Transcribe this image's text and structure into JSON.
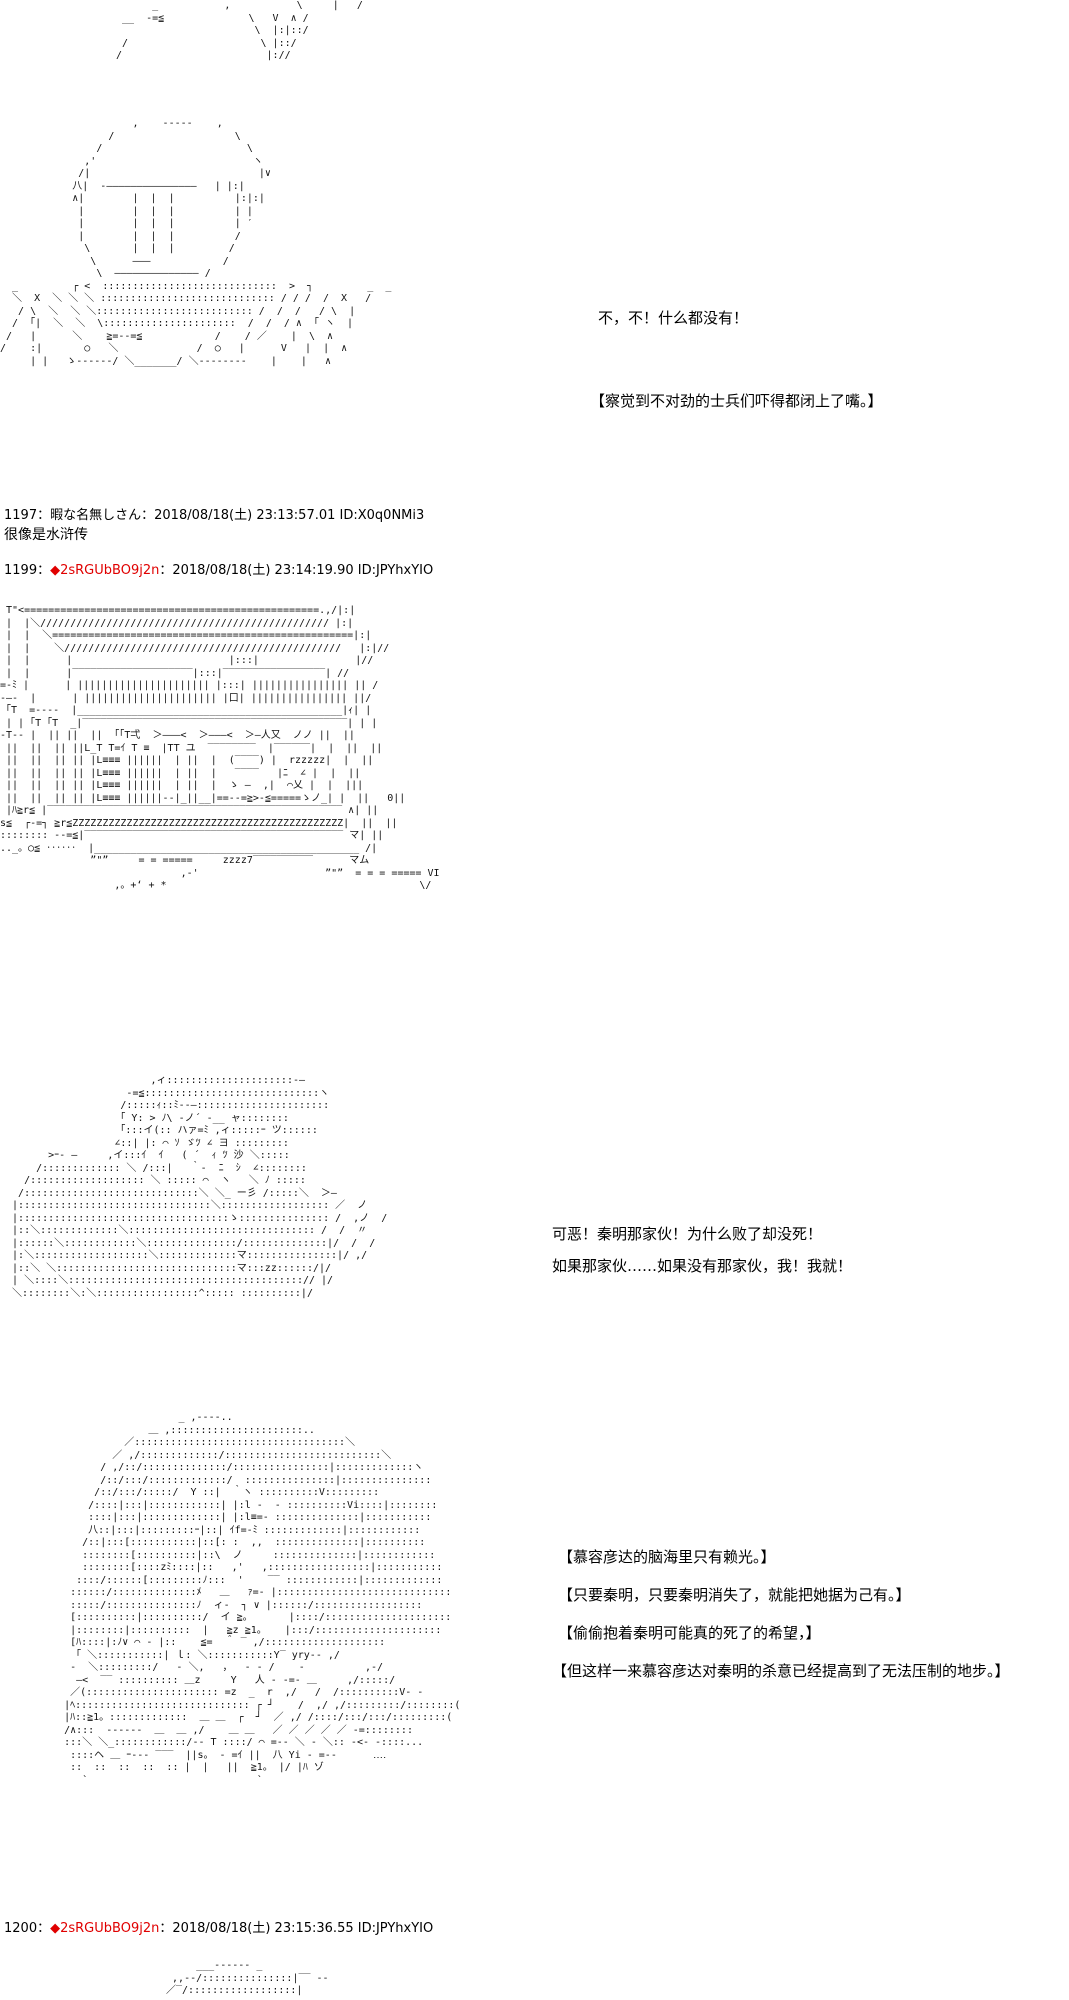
{
  "dialogue": {
    "line1": "不，不！什么都没有！",
    "line2": "【察觉到不对劲的士兵们吓得都闭上了嘴。】",
    "line3": "可恶！秦明那家伙！为什么败了却没死！",
    "line4": "如果那家伙……如果没有那家伙，我！我就！",
    "line5": "【慕容彦达的脑海里只有赖光。】",
    "line6": "【只要秦明，只要秦明消失了，就能把她据为己有。】",
    "line7": "【偷偷抱着秦明可能真的死了的希望，】",
    "line8": "【但这样一来慕容彦达对秦明的杀意已经提高到了无法压制的地步。】"
  },
  "posts": [
    {
      "number": "1197",
      "sep": "：",
      "name": "暇な名無しさん",
      "datetime": "：2018/08/18(土) 23:13:57.01 ID:X0q0NMi3",
      "body": "很像是水浒传"
    },
    {
      "number": "1199",
      "sep": "：",
      "mark": "◆",
      "trip": "2sRGUbBO9j2n",
      "datetime": "：2018/08/18(土) 23:14:19.90 ID:JPYhxYIO"
    },
    {
      "number": "1200",
      "sep": "：",
      "mark": "◆",
      "trip": "2sRGUbBO9j2n",
      "datetime": "：2018/08/18(土) 23:15:36.55 ID:JPYhxYIO"
    }
  ],
  "colors": {
    "trip": "#e00000",
    "text": "#000000",
    "background": "#ffffff"
  }
}
